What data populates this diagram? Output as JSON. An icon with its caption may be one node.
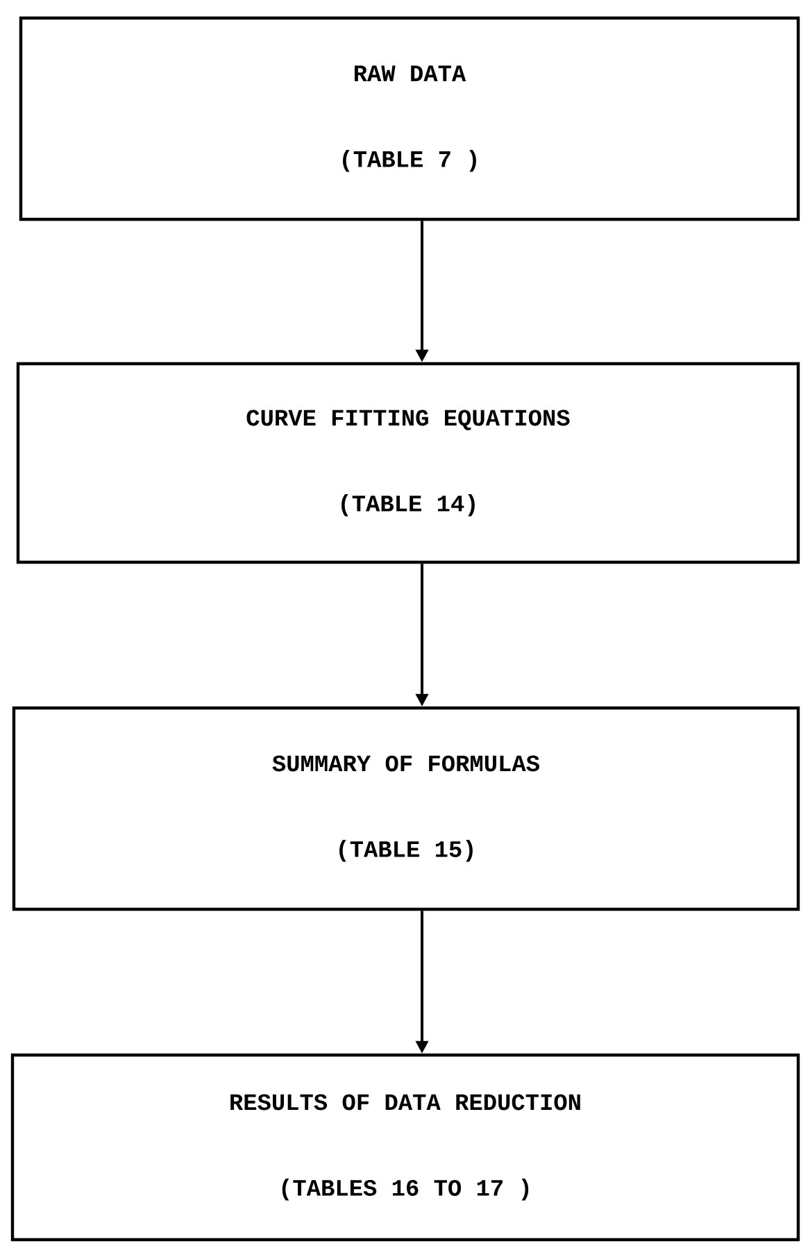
{
  "diagram": {
    "nodes": [
      {
        "text": [
          "RAW DATA",
          "(TABLE 7 )"
        ]
      },
      {
        "text": [
          "CURVE FITTING EQUATIONS",
          "(TABLE 14)"
        ]
      },
      {
        "text": [
          "SUMMARY OF FORMULAS",
          "(TABLE 15)"
        ]
      },
      {
        "text": [
          "RESULTS OF DATA REDUCTION",
          "(TABLES 16 TO 17 )"
        ]
      }
    ],
    "edges": [
      {
        "from": 0,
        "to": 1,
        "arrow": "to"
      },
      {
        "from": 1,
        "to": 2,
        "arrow": "to"
      },
      {
        "from": 2,
        "to": 3,
        "arrow": "to"
      }
    ]
  }
}
